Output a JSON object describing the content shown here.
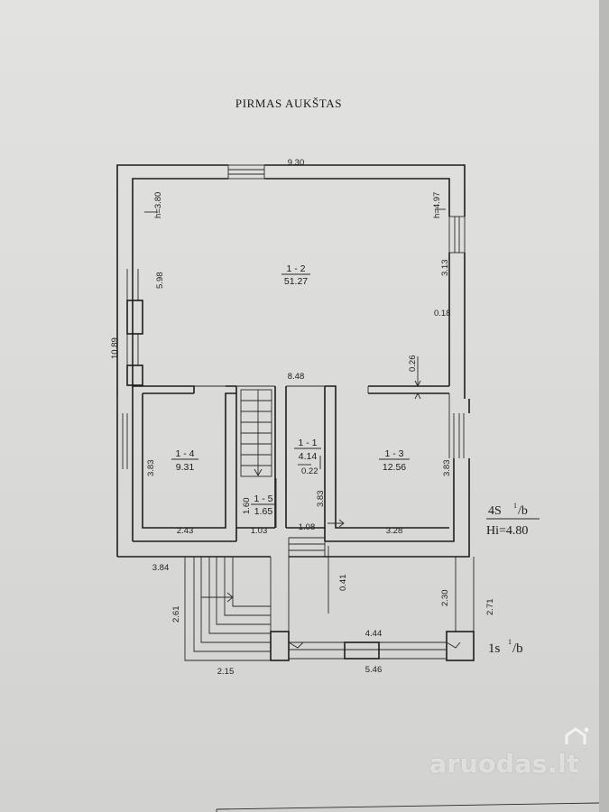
{
  "title": "PIRMAS AUKŠTAS",
  "rooms": [
    {
      "number": "1 - 2",
      "area": "51.27"
    },
    {
      "number": "1 - 4",
      "area": "9.31"
    },
    {
      "number": "1 - 1",
      "area": "4.14"
    },
    {
      "number": "1 - 3",
      "area": "12.56"
    },
    {
      "number": "1 - 5",
      "area": "1.65"
    }
  ],
  "dims": {
    "top_width": "9.30",
    "h_left": "h=3.80",
    "h_right": "h=4.97",
    "left_upper": "5.98",
    "right_upper": "3.13",
    "right_gap": "0.18",
    "overall_left": "10.89",
    "wall_026": "0.26",
    "mid_width": "8.48",
    "room4_height": "3.83",
    "room4_width": "2.43",
    "hall_022": "0.22",
    "hall_height": "3.83",
    "room5_height": "1.60",
    "room5_width": "1.03",
    "stair_width": "1.08",
    "room3_height": "3.83",
    "room3_width": "3.28",
    "bottom_left": "3.84",
    "porch_041": "0.41",
    "porch_height": "2.30",
    "porch_outer_height": "2.71",
    "steps_height": "2.61",
    "porch_width": "4.44",
    "porch_outer_width": "5.46",
    "steps_width": "2.15"
  },
  "legend": {
    "building_code_top": "4S",
    "building_code_sup": "1",
    "building_code_suffix": "/b",
    "height_label": "Hi=4.80",
    "porch_code": "1s",
    "porch_code_sup": "1",
    "porch_code_suffix": "/b"
  },
  "watermark": "aruodas.lt"
}
